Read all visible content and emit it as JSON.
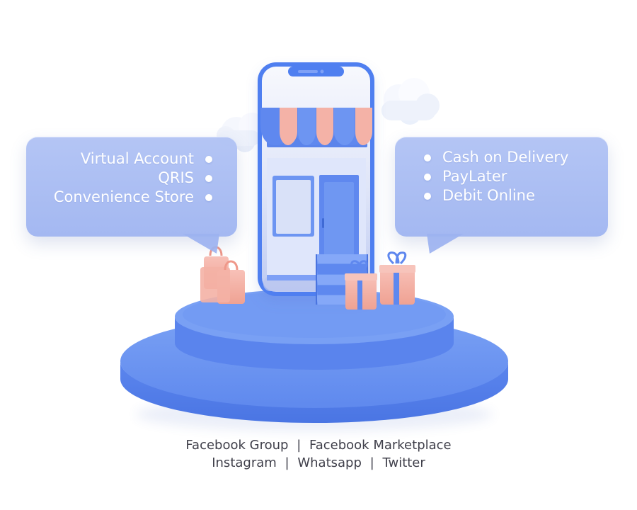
{
  "left_bubble": {
    "items": [
      "Virtual Account",
      "QRIS",
      "Convenience Store"
    ]
  },
  "right_bubble": {
    "items": [
      "Cash on Delivery",
      "PayLater",
      "Debit Online"
    ]
  },
  "channels": {
    "line1": [
      "Facebook Group",
      "Facebook Marketplace"
    ],
    "line2": [
      "Instagram",
      "Whatsapp",
      "Twitter"
    ],
    "separator": "|"
  },
  "colors": {
    "primary_blue": "#5b87ee",
    "light_blue": "#a7bdf3",
    "awning_pink": "#f4b2a7",
    "gift_pink": "#f7b6ad",
    "text_dark": "#3f3f4a",
    "white": "#ffffff"
  }
}
